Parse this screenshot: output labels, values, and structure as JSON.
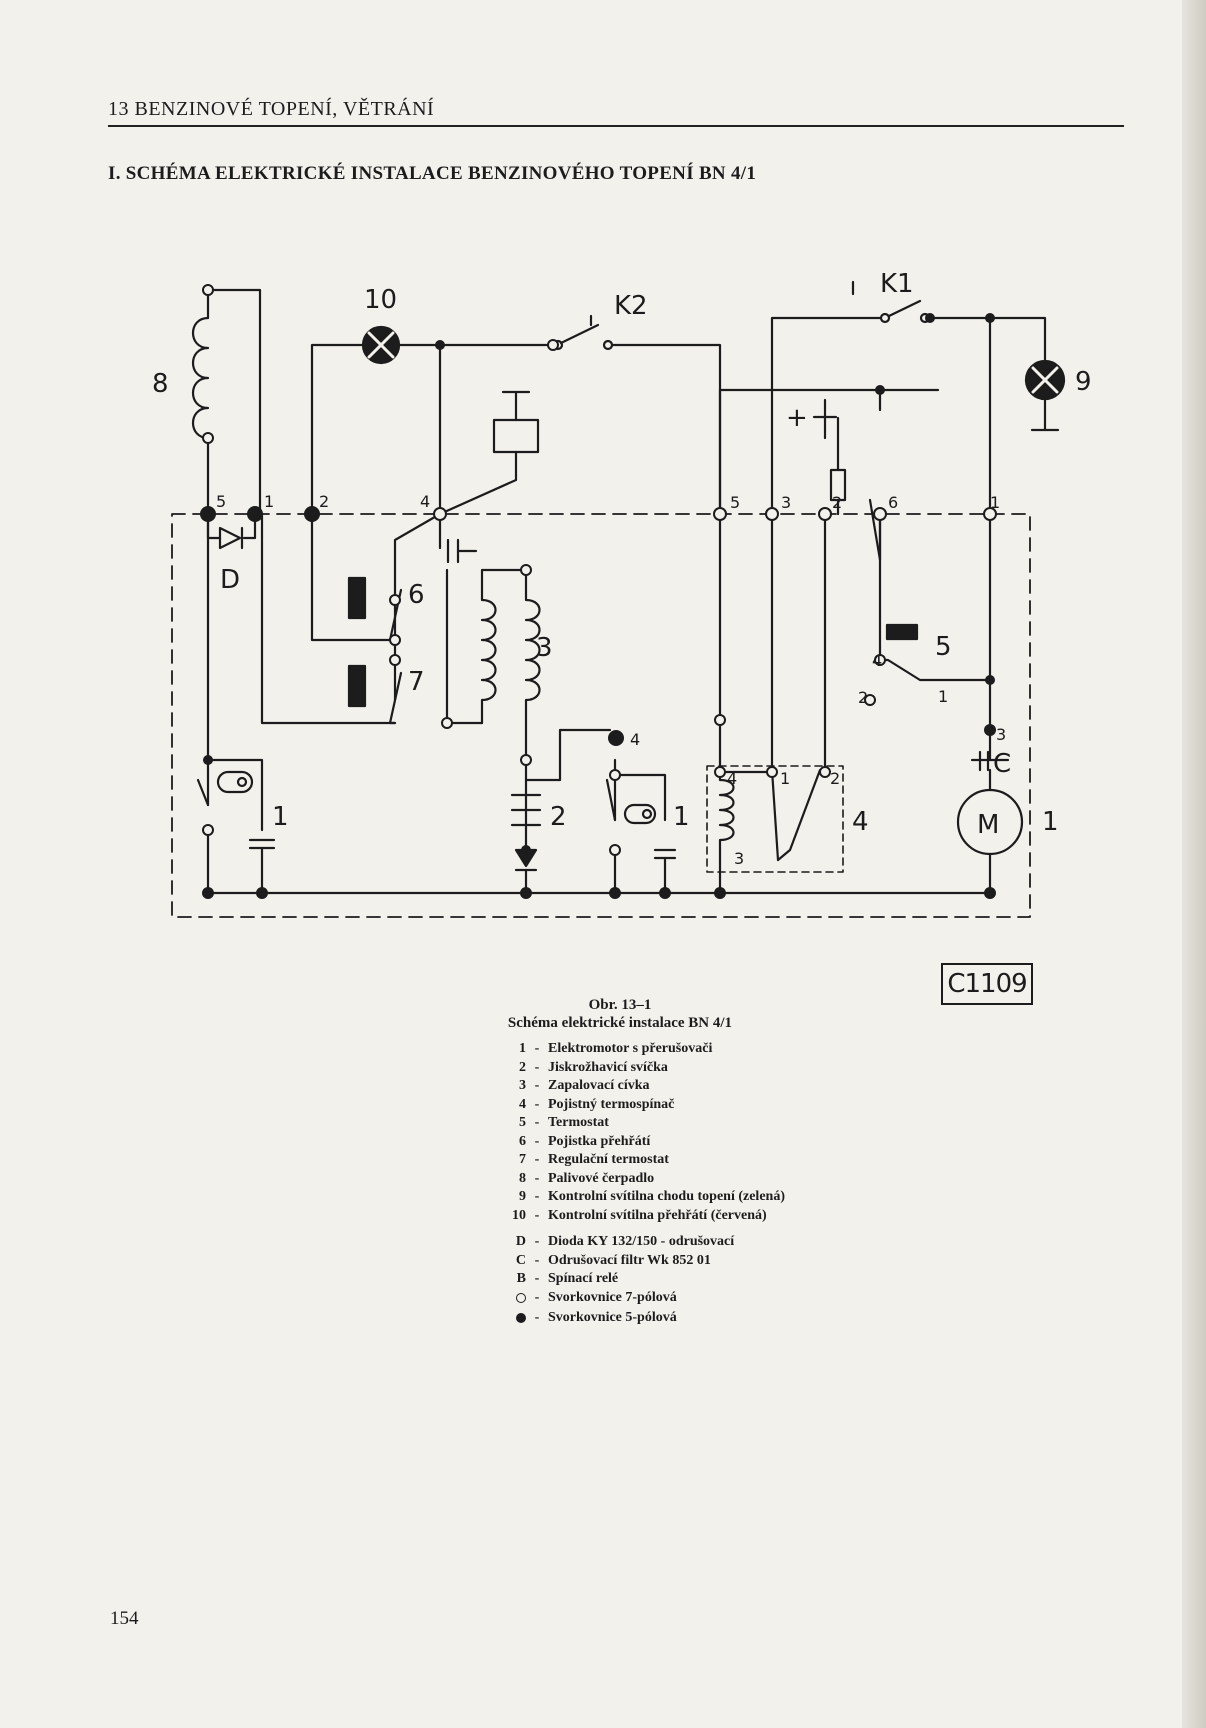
{
  "header": {
    "running_title": "13   BENZINOVÉ TOPENÍ, VĚTRÁNÍ",
    "section_title": "I. SCHÉMA ELEKTRICKÉ INSTALACE BENZINOVÉHO TOPENÍ BN 4/1"
  },
  "diagram": {
    "component_labels": {
      "lamp_10": "10",
      "switch_k2": "K2",
      "switch_k1": "K1",
      "lamp_9": "9",
      "pump_8": "8",
      "diode_d": "D",
      "fuse_6": "6",
      "thermostat_7": "7",
      "coil_3": "3",
      "plug_2": "2",
      "interrupter_left_1": "1",
      "interrupter_mid_1": "1",
      "thermoswitch_4": "4",
      "thermostat_5": "5",
      "filter_c": "C",
      "motor_m": "M",
      "motor_1": "1",
      "plus_sign": "+"
    },
    "terminal_labels": {
      "t5_left": "5",
      "t1_left": "1",
      "t2_left": "2",
      "t4_left": "4",
      "t5_right": "5",
      "t3_right": "3",
      "t2_right": "2",
      "t6_right": "6",
      "t1_right": "1",
      "t4_mid": "4",
      "t4_th5": "4",
      "t2_th5": "2",
      "t1_th5": "1",
      "t3_c": "3",
      "t4_box": "4",
      "t1_box": "1",
      "t2_box": "2",
      "t3_box": "3"
    },
    "figure_code": "C1109"
  },
  "caption": {
    "figure_number": "Obr. 13–1",
    "figure_title": "Schéma elektrické instalace BN 4/1"
  },
  "legend": {
    "items": [
      {
        "key": "1",
        "text": "Elektromotor s přerušovači"
      },
      {
        "key": "2",
        "text": "Jiskrožhavicí svíčka"
      },
      {
        "key": "3",
        "text": "Zapalovací cívka"
      },
      {
        "key": "4",
        "text": "Pojistný termospínač"
      },
      {
        "key": "5",
        "text": "Termostat"
      },
      {
        "key": "6",
        "text": "Pojistka přehřátí"
      },
      {
        "key": "7",
        "text": "Regulační termostat"
      },
      {
        "key": "8",
        "text": "Palivové čerpadlo"
      },
      {
        "key": "9",
        "text": "Kontrolní svítilna chodu topení (zelená)"
      },
      {
        "key": "10",
        "text": "Kontrolní svítilna přehřátí (červená)"
      }
    ],
    "letter_items": [
      {
        "key": "D",
        "text": "Dioda KY 132/150 - odrušovací"
      },
      {
        "key": "C",
        "text": "Odrušovací filtr Wk 852 01"
      },
      {
        "key": "B",
        "text": "Spínací relé"
      }
    ],
    "symbol_items": [
      {
        "symbol": "open-circle",
        "text": "Svorkovnice 7-pólová"
      },
      {
        "symbol": "filled-circle",
        "text": "Svorkovnice 5-pólová"
      }
    ]
  },
  "footer": {
    "page_number": "154"
  }
}
